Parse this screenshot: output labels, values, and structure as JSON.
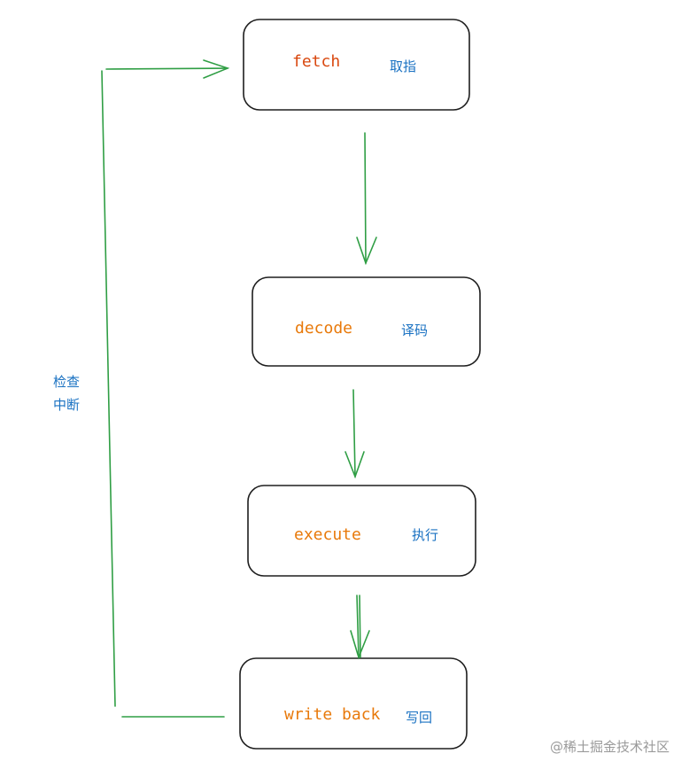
{
  "stages": [
    {
      "name": "fetch",
      "label": "取指",
      "color": "#d9480f"
    },
    {
      "name": "decode",
      "label": "译码",
      "color": "#e8790a"
    },
    {
      "name": "execute",
      "label": "执行",
      "color": "#e8790a"
    },
    {
      "name": "write back",
      "label": "写回",
      "color": "#e8790a"
    }
  ],
  "loop_label": [
    "检查",
    "中断"
  ],
  "watermark": "@稀土掘金技术社区",
  "colors": {
    "arrow": "#2f9e44",
    "text_zh": "#1971c2",
    "box": "#1e1e1e"
  }
}
